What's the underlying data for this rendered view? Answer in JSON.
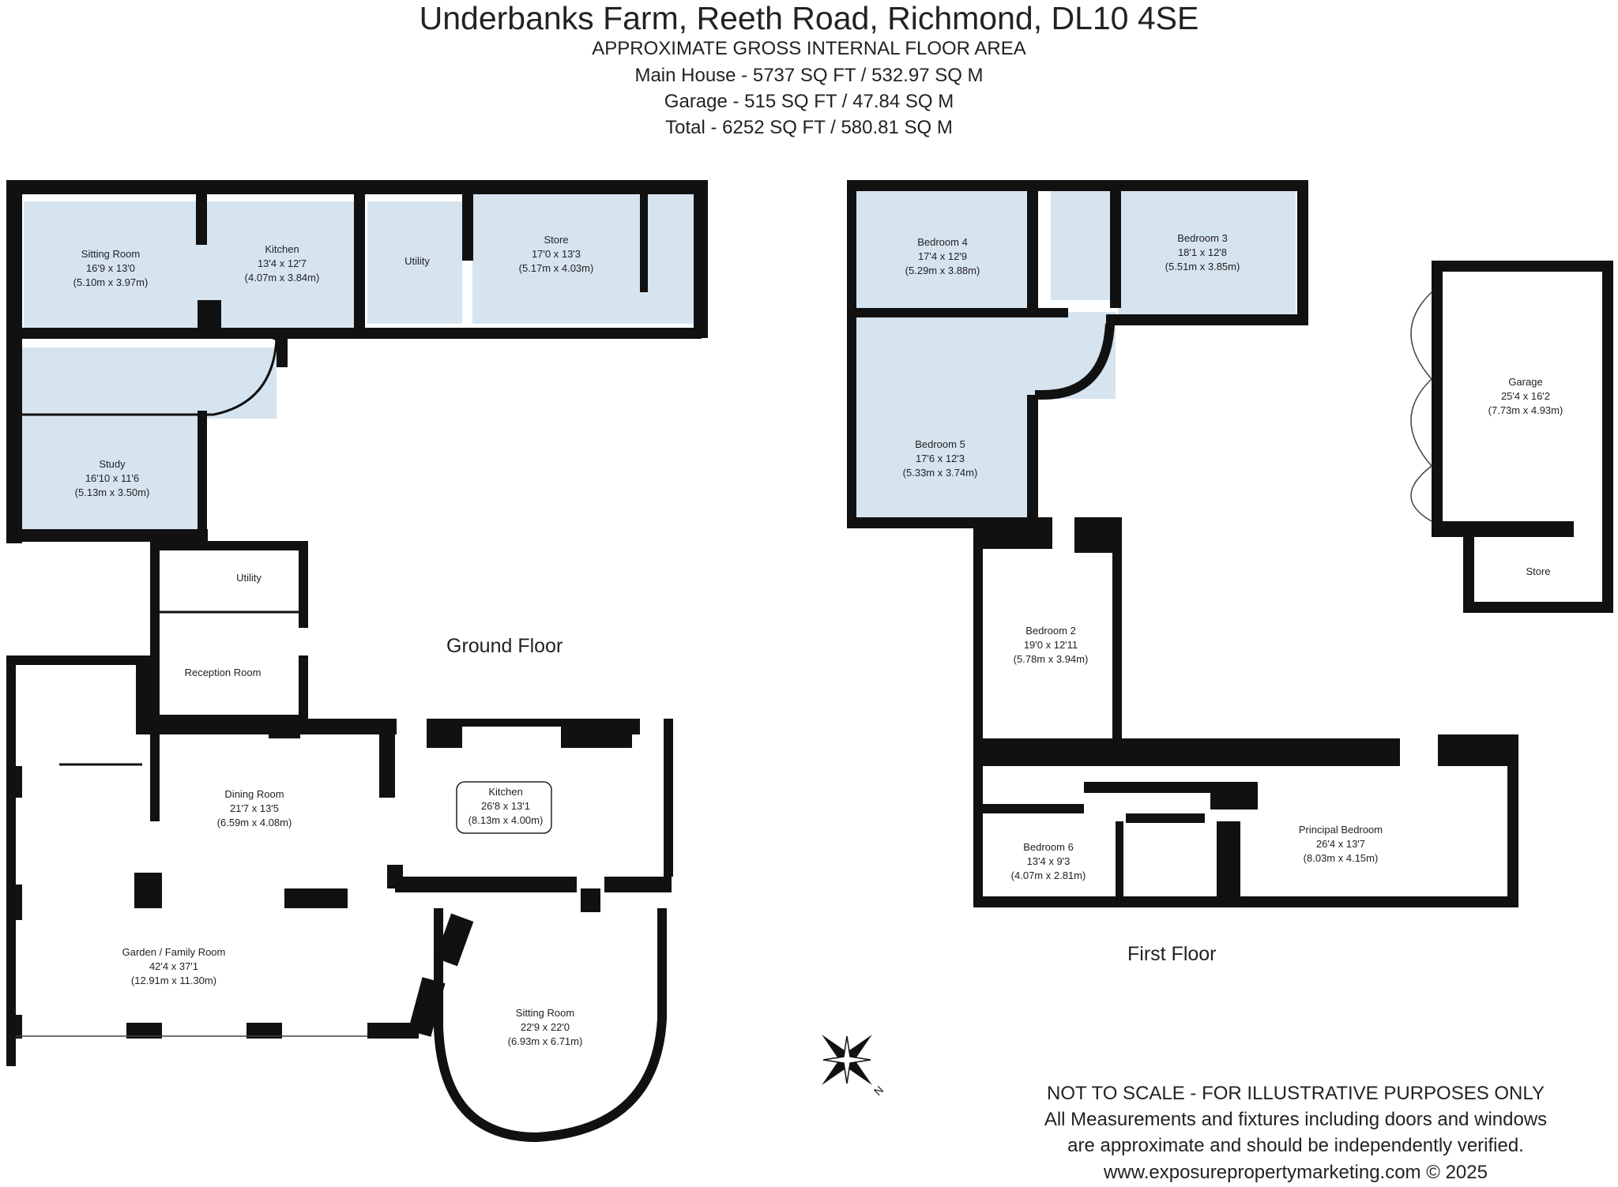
{
  "header": {
    "title": "Underbanks Farm, Reeth Road, Richmond, DL10 4SE",
    "area_heading": "APPROXIMATE GROSS INTERNAL FLOOR AREA",
    "main_house": "Main House - 5737 SQ FT / 532.97 SQ M",
    "garage": "Garage - 515 SQ FT / 47.84 SQ M",
    "total": "Total - 6252 SQ FT / 580.81 SQ M"
  },
  "floors": {
    "ground": "Ground Floor",
    "first": "First Floor"
  },
  "rooms": {
    "sitting_room_1": {
      "name": "Sitting Room",
      "imperial": "16'9 x 13'0",
      "metric": "(5.10m x 3.97m)"
    },
    "kitchen_1": {
      "name": "Kitchen",
      "imperial": "13'4 x 12'7",
      "metric": "(4.07m x 3.84m)"
    },
    "utility_1": {
      "name": "Utility"
    },
    "store_1": {
      "name": "Store",
      "imperial": "17'0 x 13'3",
      "metric": "(5.17m x 4.03m)"
    },
    "study": {
      "name": "Study",
      "imperial": "16'10 x 11'6",
      "metric": "(5.13m x 3.50m)"
    },
    "utility_2": {
      "name": "Utility"
    },
    "reception_room": {
      "name": "Reception Room"
    },
    "dining_room": {
      "name": "Dining Room",
      "imperial": "21'7 x 13'5",
      "metric": "(6.59m x 4.08m)"
    },
    "kitchen_2": {
      "name": "Kitchen",
      "imperial": "26'8 x 13'1",
      "metric": "(8.13m x 4.00m)"
    },
    "garden_room": {
      "name": "Garden / Family Room",
      "imperial": "42'4 x 37'1",
      "metric": "(12.91m x 11.30m)"
    },
    "sitting_room_2": {
      "name": "Sitting Room",
      "imperial": "22'9 x 22'0",
      "metric": "(6.93m x 6.71m)"
    },
    "bedroom_4": {
      "name": "Bedroom 4",
      "imperial": "17'4 x 12'9",
      "metric": "(5.29m x 3.88m)"
    },
    "bedroom_3": {
      "name": "Bedroom 3",
      "imperial": "18'1 x 12'8",
      "metric": "(5.51m x 3.85m)"
    },
    "bedroom_5": {
      "name": "Bedroom 5",
      "imperial": "17'6 x 12'3",
      "metric": "(5.33m x 3.74m)"
    },
    "garage": {
      "name": "Garage",
      "imperial": "25'4 x 16'2",
      "metric": "(7.73m x 4.93m)"
    },
    "garage_store": {
      "name": "Store"
    },
    "bedroom_2": {
      "name": "Bedroom 2",
      "imperial": "19'0 x 12'11",
      "metric": "(5.78m x 3.94m)"
    },
    "bedroom_6": {
      "name": "Bedroom 6",
      "imperial": "13'4 x 9'3",
      "metric": "(4.07m x 2.81m)"
    },
    "principal_bedroom": {
      "name": "Principal Bedroom",
      "imperial": "26'4 x 13'7",
      "metric": "(8.03m x 4.15m)"
    }
  },
  "compass": {
    "label": "N"
  },
  "disclaimer": {
    "line1": "NOT TO SCALE - FOR ILLUSTRATIVE PURPOSES ONLY",
    "line2": "All Measurements and fixtures including doors and windows",
    "line3": "are approximate and should be independently verified.",
    "line4": "www.exposurepropertymarketing.com © 2025"
  },
  "colors": {
    "wall": "#111111",
    "room_fill": "#d6e4f0",
    "text": "#222222"
  }
}
